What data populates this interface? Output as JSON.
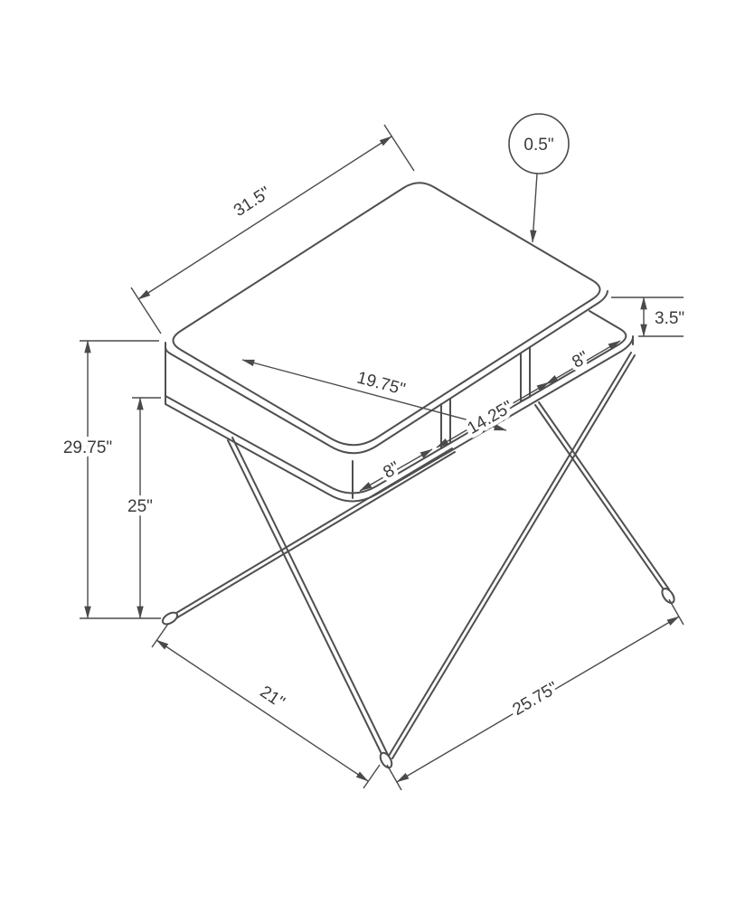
{
  "diagram": {
    "name": "desk-dimension-drawing",
    "subject": "computer desk with open shelf cubbies and crossed metal legs",
    "units": "inches",
    "dimensions": {
      "top_length": "31.5\"",
      "top_thickness": "0.5\"",
      "shelf_gap": "3.5\"",
      "cubby_right": "8\"",
      "top_depth": "19.75\"",
      "cubby_middle": "14.25\"",
      "cubby_left": "8\"",
      "overall_height": "29.75\"",
      "shelf_height": "25\"",
      "base_depth": "21\"",
      "base_width": "25.75\""
    }
  }
}
